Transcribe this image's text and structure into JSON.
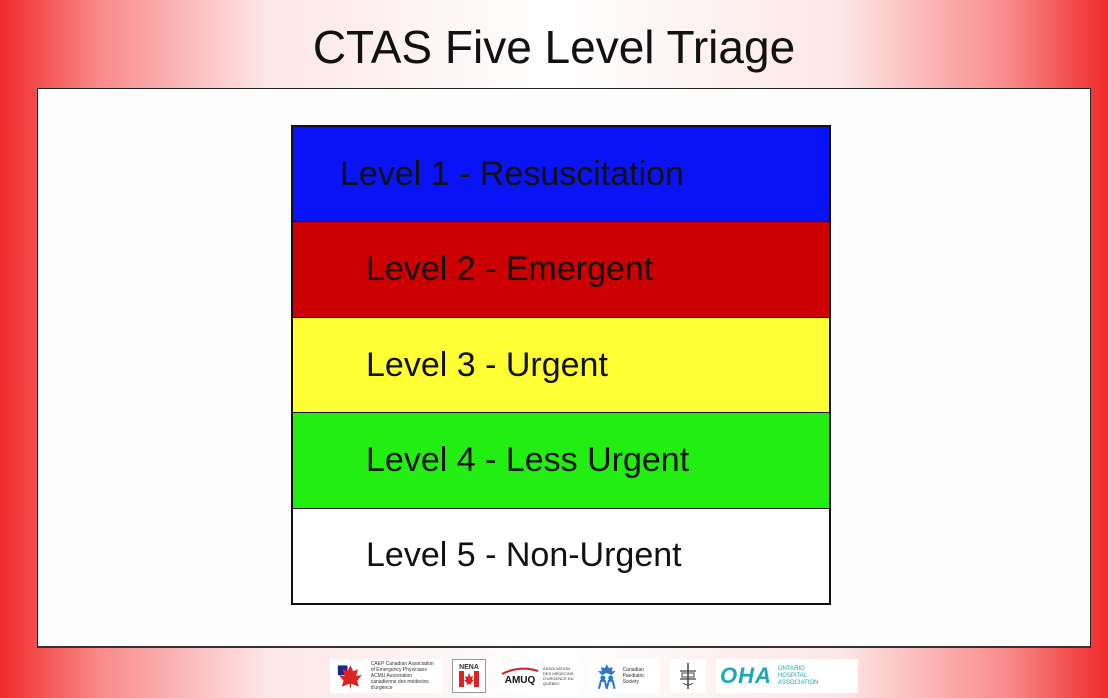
{
  "slide": {
    "title": "CTAS Five Level Triage"
  },
  "levels": [
    {
      "label": "Level 1 - Resuscitation",
      "color": "#0a13f5"
    },
    {
      "label": "Level 2 - Emergent",
      "color": "#cc0000"
    },
    {
      "label": "Level 3 - Urgent",
      "color": "#ffff33"
    },
    {
      "label": "Level 4 - Less Urgent",
      "color": "#22ee11"
    },
    {
      "label": "Level 5 - Non-Urgent",
      "color": "#ffffff"
    }
  ],
  "footer": {
    "logos": [
      {
        "name": "CAEP / ACMU",
        "text": "CAEP Canadian Association of Emergency Physicians ACMU Association canadienne des médecins d'urgence"
      },
      {
        "name": "NENA",
        "text": "NENA"
      },
      {
        "name": "AMUQ",
        "text": "AMUQ",
        "subtext": "ASSOCIATION DES MÉDECINS D'URGENCE DU QUÉBEC"
      },
      {
        "name": "Canadian Paediatric Society",
        "text": "Canadian Paediatric Society"
      },
      {
        "name": "Emblem",
        "text": ""
      },
      {
        "name": "OHA",
        "text": "OHA",
        "subtext": "ONTARIO HOSPITAL ASSOCIATION"
      }
    ]
  }
}
